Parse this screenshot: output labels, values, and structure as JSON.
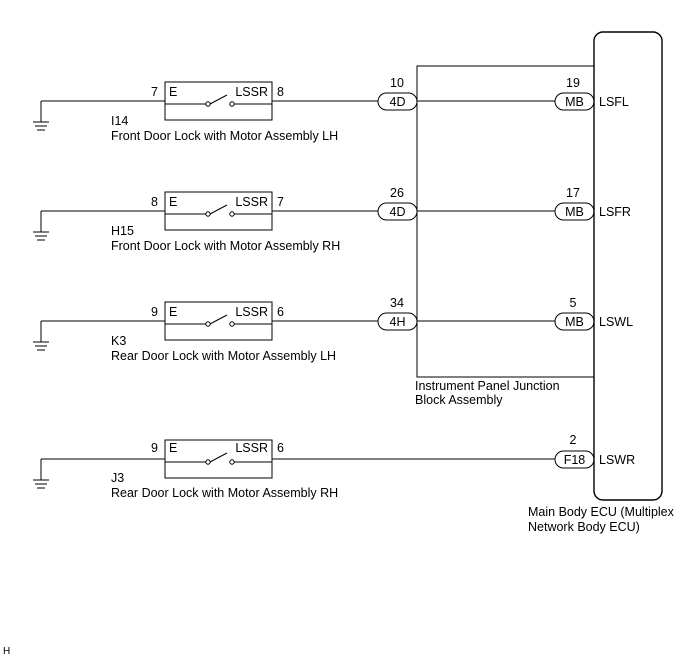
{
  "switches": [
    {
      "left_pin": "7",
      "right_pin": "8",
      "left_terminal": "E",
      "right_terminal": "LSSR",
      "code": "I14",
      "name": "Front Door Lock with Motor Assembly LH",
      "junction_pin": "10",
      "junction_connector": "4D",
      "ecu_pin": "19",
      "ecu_connector": "MB",
      "ecu_terminal": "LSFL"
    },
    {
      "left_pin": "8",
      "right_pin": "7",
      "left_terminal": "E",
      "right_terminal": "LSSR",
      "code": "H15",
      "name": "Front Door Lock with Motor Assembly RH",
      "junction_pin": "26",
      "junction_connector": "4D",
      "ecu_pin": "17",
      "ecu_connector": "MB",
      "ecu_terminal": "LSFR"
    },
    {
      "left_pin": "9",
      "right_pin": "6",
      "left_terminal": "E",
      "right_terminal": "LSSR",
      "code": "K3",
      "name": "Rear Door Lock with Motor Assembly LH",
      "junction_pin": "34",
      "junction_connector": "4H",
      "ecu_pin": "5",
      "ecu_connector": "MB",
      "ecu_terminal": "LSWL"
    },
    {
      "left_pin": "9",
      "right_pin": "6",
      "left_terminal": "E",
      "right_terminal": "LSSR",
      "code": "J3",
      "name": "Rear Door Lock with Motor Assembly RH",
      "ecu_pin": "2",
      "ecu_connector": "F18",
      "ecu_terminal": "LSWR"
    }
  ],
  "junction_block": {
    "label_line1": "Instrument Panel Junction",
    "label_line2": "Block Assembly"
  },
  "ecu": {
    "label_line1": "Main Body ECU (Multiplex",
    "label_line2": "Network Body ECU)"
  },
  "corner_mark": "H"
}
